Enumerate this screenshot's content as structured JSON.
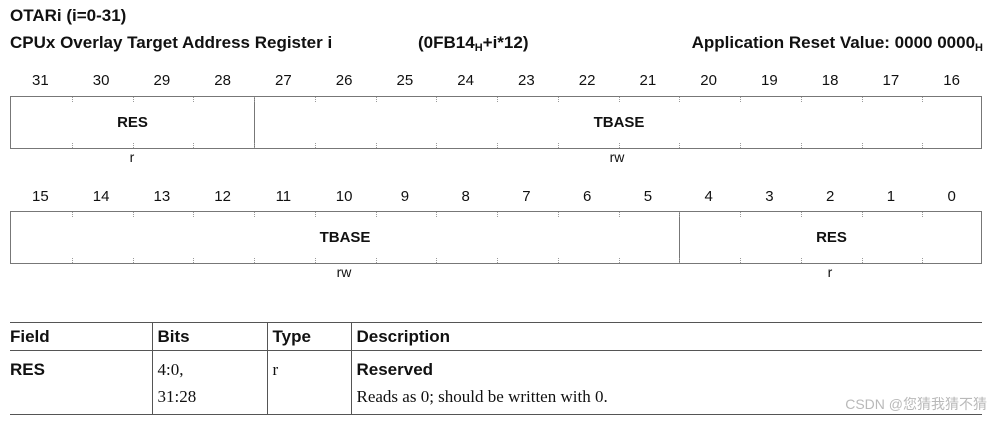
{
  "header": {
    "title": "OTARi (i=0-31)",
    "register_name": "CPUx Overlay Target Address Register i",
    "offset_prefix": "(0FB14",
    "offset_sub": "H",
    "offset_suffix": "+i*12)",
    "reset_label": "Application Reset Value: 0000 0000",
    "reset_sub": "H"
  },
  "upper_bits": [
    "31",
    "30",
    "29",
    "28",
    "27",
    "26",
    "25",
    "24",
    "23",
    "22",
    "21",
    "20",
    "19",
    "18",
    "17",
    "16"
  ],
  "upper_fields": [
    {
      "name": "RES",
      "access": "r"
    },
    {
      "name": "TBASE",
      "access": "rw"
    }
  ],
  "lower_bits": [
    "15",
    "14",
    "13",
    "12",
    "11",
    "10",
    "9",
    "8",
    "7",
    "6",
    "5",
    "4",
    "3",
    "2",
    "1",
    "0"
  ],
  "lower_fields": [
    {
      "name": "TBASE",
      "access": "rw"
    },
    {
      "name": "RES",
      "access": "r"
    }
  ],
  "table": {
    "headers": [
      "Field",
      "Bits",
      "Type",
      "Description"
    ],
    "rows": [
      {
        "field": "RES",
        "bits_line1": "4:0,",
        "bits_line2": "31:28",
        "type": "r",
        "desc_title": "Reserved",
        "desc_text": "Reads as 0; should be written with 0."
      }
    ]
  },
  "watermark": "CSDN @您猜我猜不猜"
}
